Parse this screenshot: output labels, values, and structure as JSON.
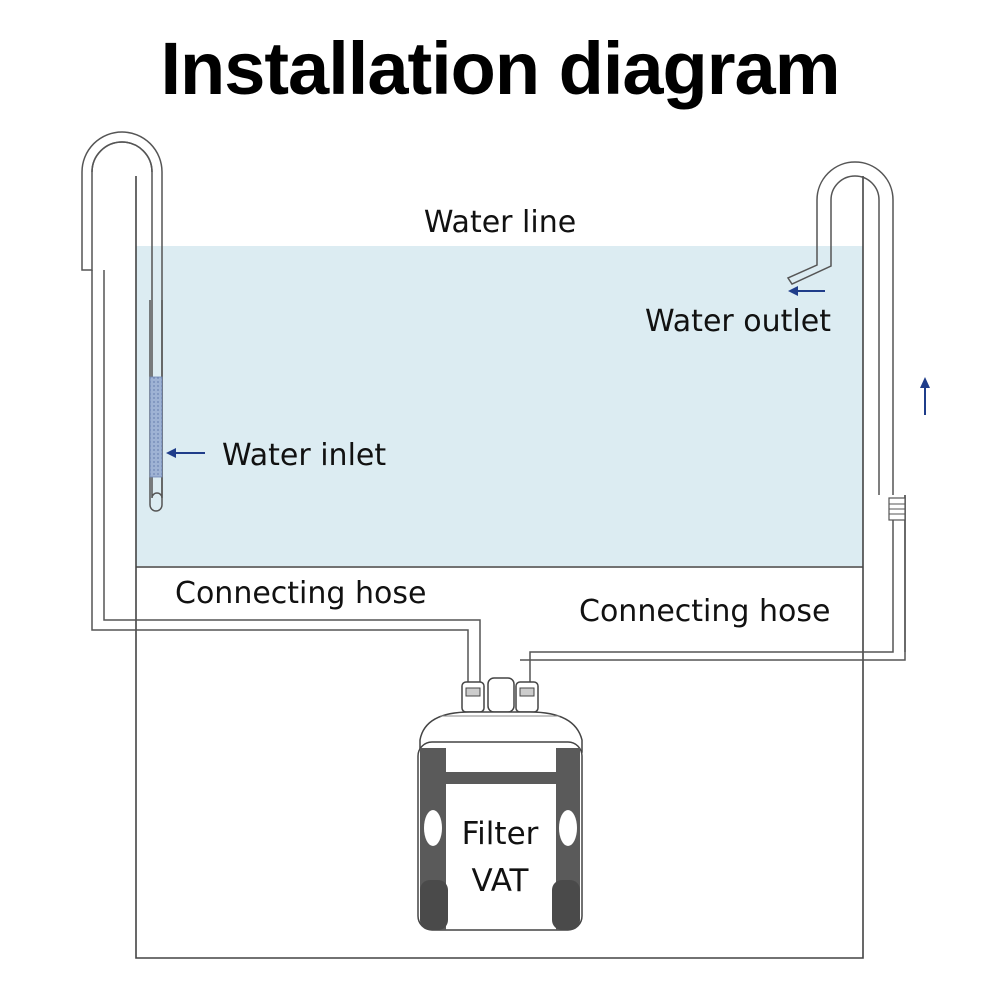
{
  "title": "Installation diagram",
  "labels": {
    "water_line": "Water line",
    "water_outlet": "Water outlet",
    "water_inlet": "Water inlet",
    "connecting_hose_left": "Connecting hose",
    "connecting_hose_right": "Connecting hose",
    "filter_line1": "Filter",
    "filter_line2": "VAT"
  },
  "colors": {
    "water": "#dcecf2",
    "flow_arrow": "#1f3d8a",
    "strainer": "#8fa6c9",
    "filter_dark": "#555555"
  }
}
